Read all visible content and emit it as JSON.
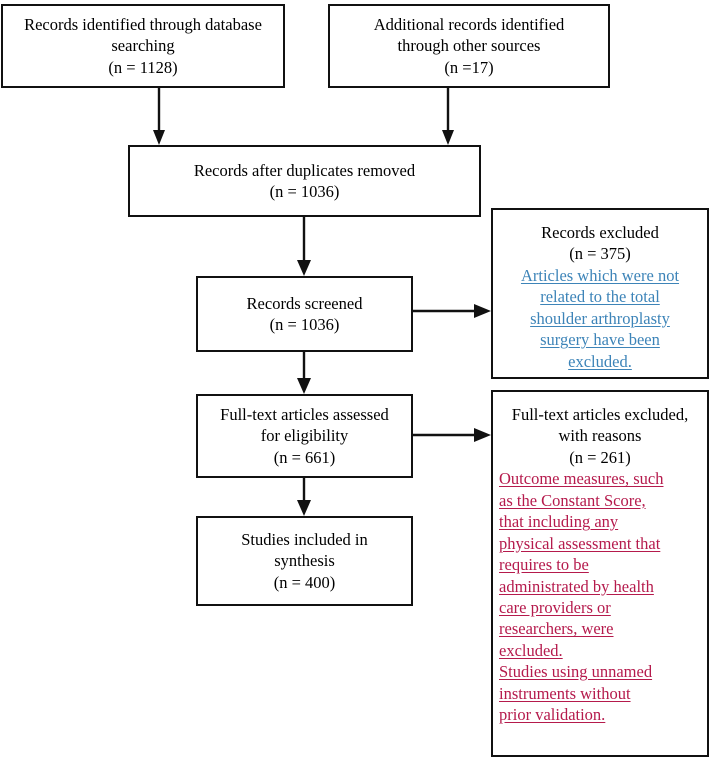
{
  "diagram": {
    "type": "prisma-flow-diagram",
    "title": "PRISMA study selection flow diagram",
    "colors": {
      "box_border": "#111111",
      "text": "#000000",
      "blue_note": "#3d84b8",
      "red_note": "#b51a4c",
      "background": "#ffffff"
    },
    "boxes": {
      "database_search": {
        "lines": [
          "Records identified through database",
          "searching",
          "(n = 1128)"
        ],
        "count": 1128
      },
      "other_sources": {
        "lines": [
          "Additional records identified",
          "through other sources",
          "(n =17)"
        ],
        "count": 17
      },
      "duplicates_removed": {
        "lines": [
          "Records after duplicates removed",
          "(n = 1036)"
        ],
        "count": 1036
      },
      "records_screened": {
        "lines": [
          "Records screened",
          "(n = 1036)"
        ],
        "count": 1036
      },
      "records_excluded": {
        "header_lines": [
          "Records excluded",
          "(n = 375)"
        ],
        "count": 375,
        "note_lines": [
          "Articles which were not",
          "related to the total",
          "shoulder arthroplasty",
          "surgery have been",
          "excluded."
        ],
        "note_color": "#3d84b8"
      },
      "fulltext_assessed": {
        "lines": [
          "Full-text articles assessed",
          "for eligibility",
          "(n = 661)"
        ],
        "count": 661
      },
      "fulltext_excluded": {
        "header_lines": [
          "Full-text articles excluded,",
          "with reasons",
          "(n = 261)"
        ],
        "count": 261,
        "note_lines": [
          "Outcome measures, such",
          "as the Constant Score,",
          "that including any",
          "physical assessment that",
          "requires to be",
          "administrated by health",
          "care providers or",
          "researchers, were",
          "excluded.",
          "Studies using unnamed",
          "instruments without",
          "prior validation."
        ],
        "note_color": "#b51a4c"
      },
      "studies_included": {
        "lines": [
          "Studies included in",
          "synthesis",
          "(n = 400)"
        ],
        "count": 400
      }
    }
  }
}
